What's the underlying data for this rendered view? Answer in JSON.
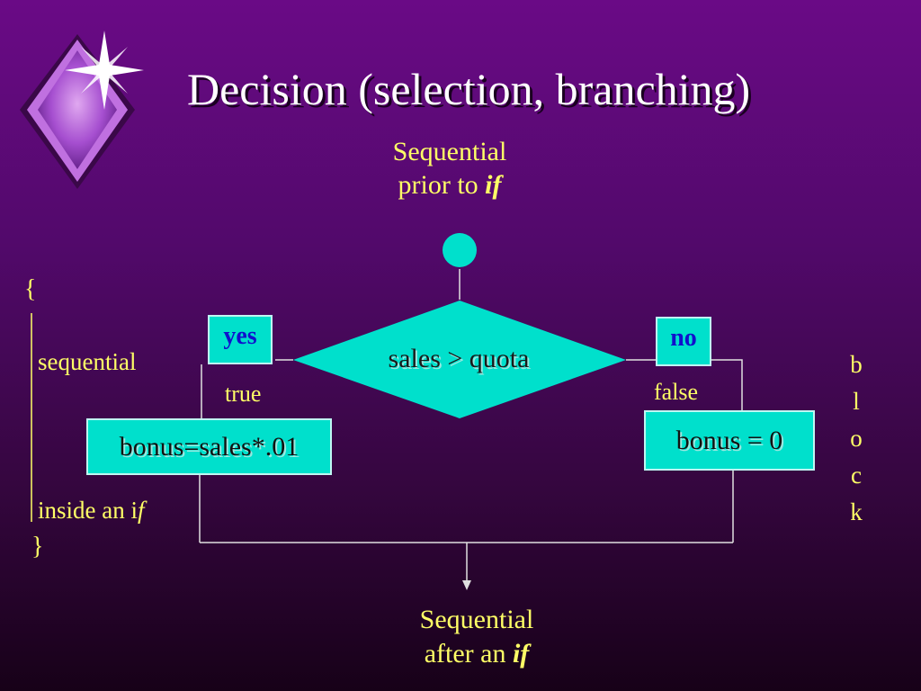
{
  "title": "Decision (selection, branching)",
  "before": {
    "line1": "Sequential",
    "line2": "prior to ",
    "keyword": "if"
  },
  "after": {
    "line1": "Sequential",
    "line2": "after an ",
    "keyword": "if"
  },
  "decision": {
    "condition": "sales > quota",
    "yes_label": "yes",
    "no_label": "no",
    "true_label": "true",
    "false_label": "false"
  },
  "branches": {
    "then_statement": "bonus=sales*.01",
    "else_statement": "bonus = 0"
  },
  "annotation": {
    "brace_open": "{",
    "sequential": "sequential",
    "inside_prefix": "inside an i",
    "inside_keyword": "f",
    "brace_close": "}",
    "block_letters": [
      "b",
      "l",
      "o",
      "c",
      "k"
    ]
  },
  "colors": {
    "shape_fill": "#00e0cc",
    "label_text": "#ffff66",
    "title_text": "#ffffff",
    "yes_no_text": "#1111cc",
    "background_top": "#6a0a86",
    "background_bottom": "#170118"
  },
  "icons": {
    "logo": "diamond-sparkle-icon"
  }
}
